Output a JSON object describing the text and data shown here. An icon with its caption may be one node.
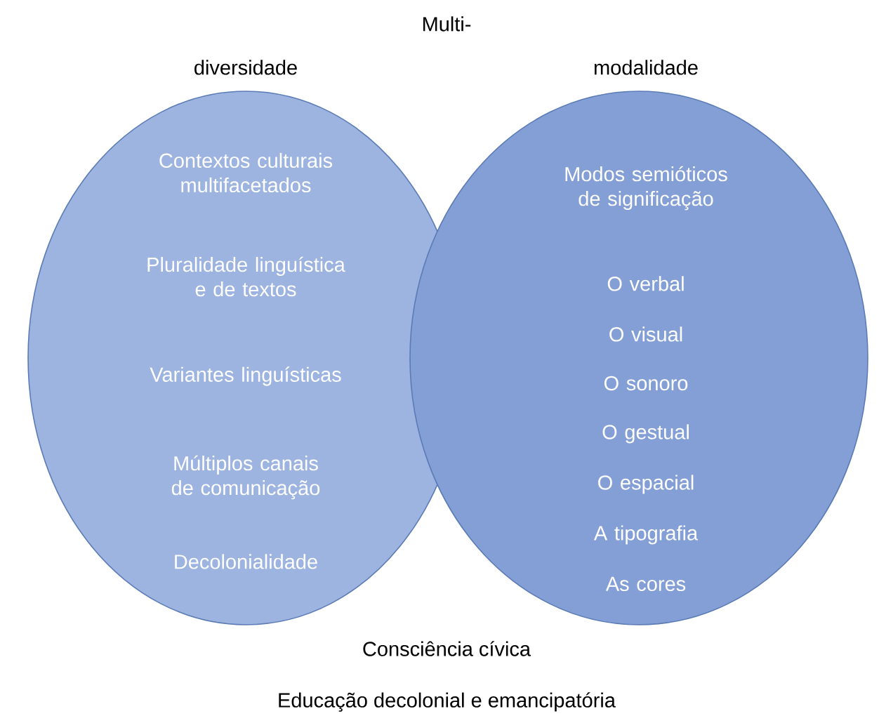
{
  "diagram": {
    "nodes": [
      {
        "text": [
          "diversidade",
          "Contextos culturais multifacetados",
          "Pluralidade linguística e de textos",
          "Variantes linguísticas",
          "Múltiplos canais de comunicação",
          "Decolonialidade"
        ]
      },
      {
        "text": [
          "modalidade",
          "Modos semióticos de significação",
          "O verbal",
          "O visual",
          "O sonoro",
          "O gestual",
          "O espacial",
          "A tipografia",
          "As cores"
        ]
      }
    ],
    "labels": [
      "Multi-",
      "Consciência cívica",
      "Educação decolonial e emancipatória"
    ]
  }
}
